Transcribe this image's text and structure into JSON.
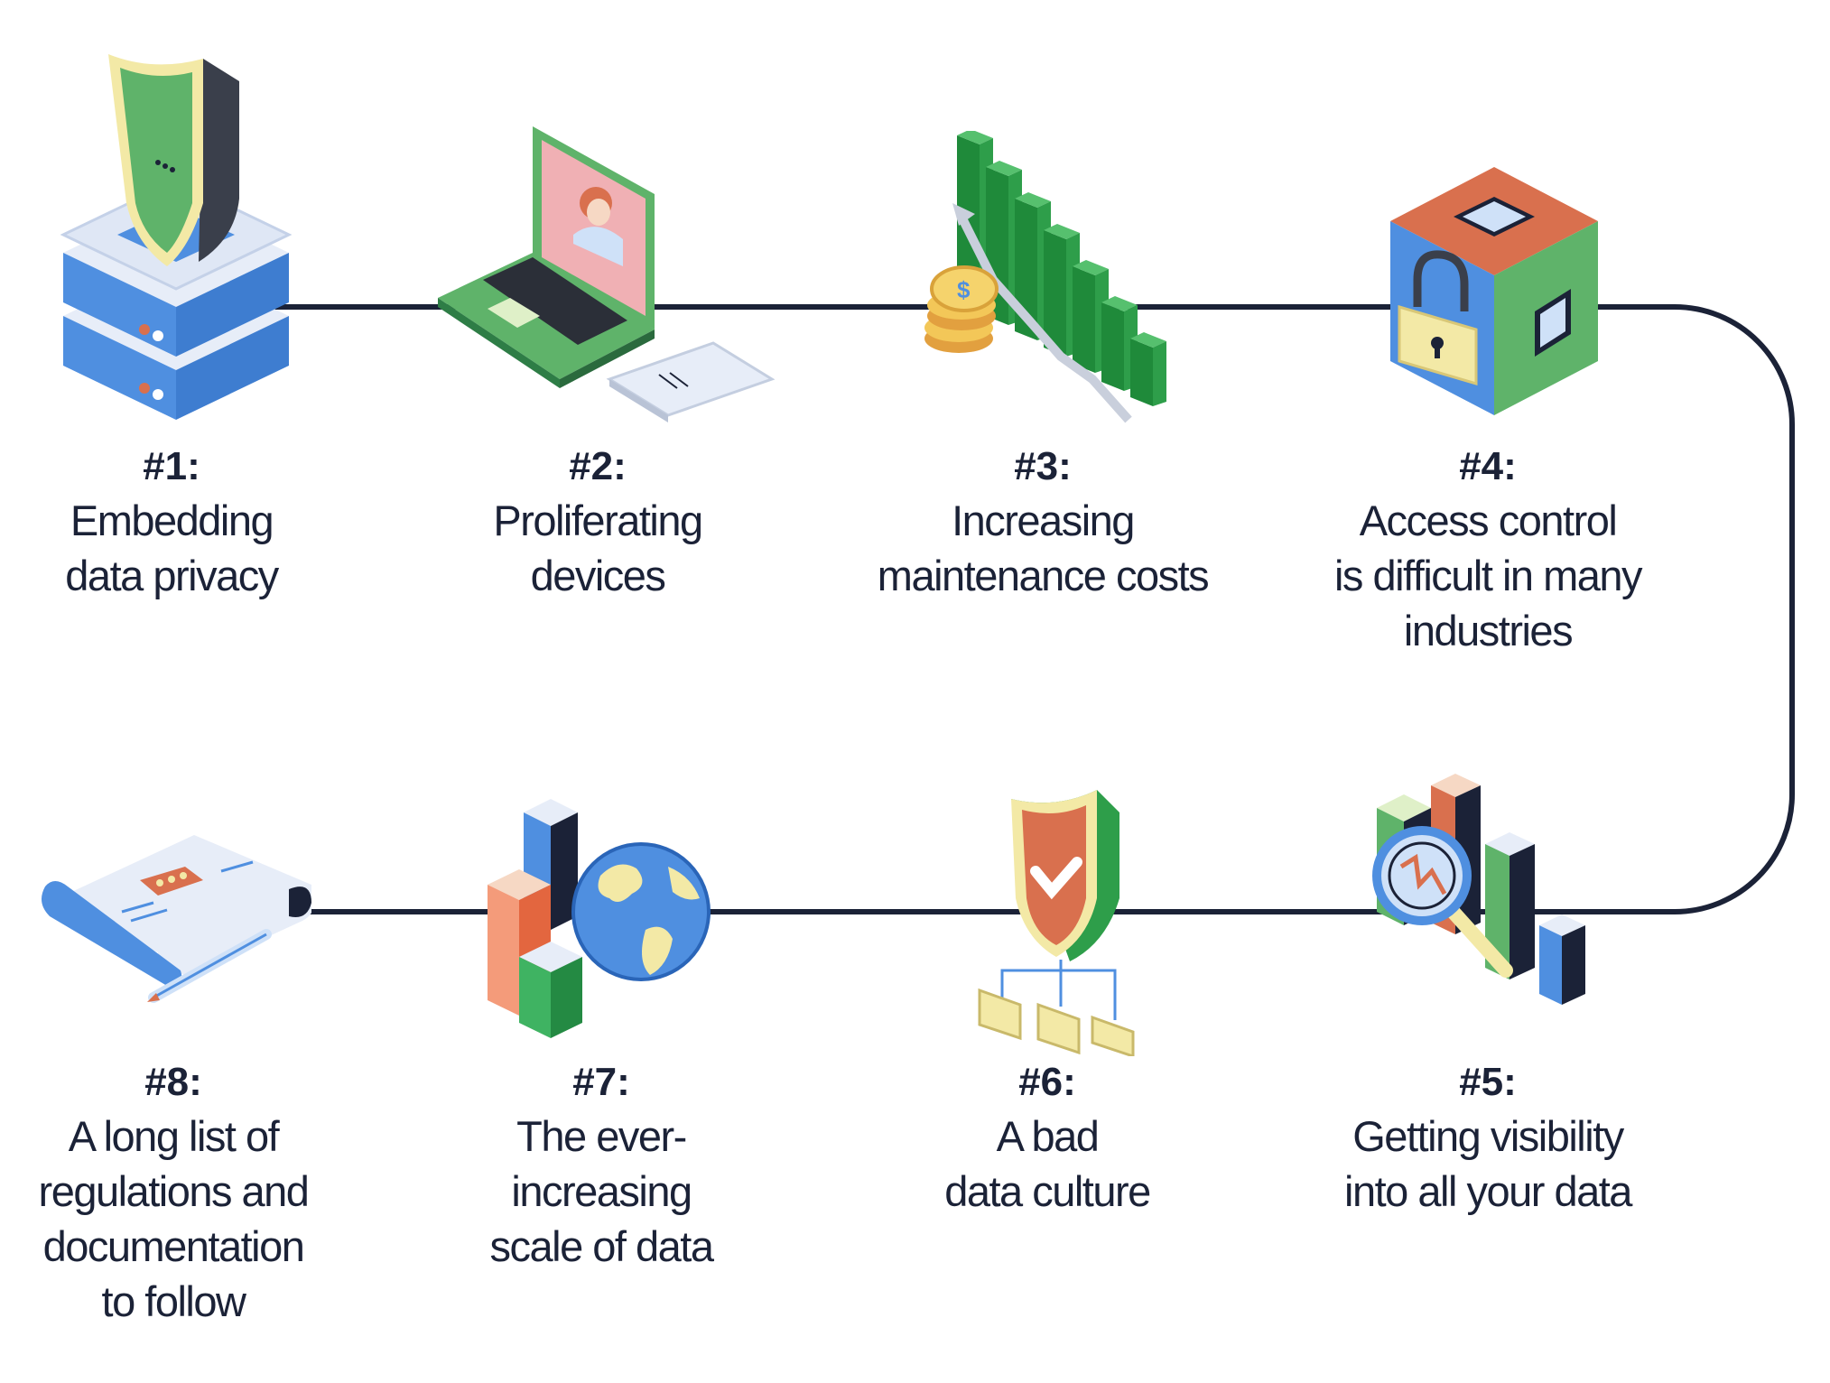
{
  "steps": [
    {
      "number": "#1:",
      "lines": [
        "Embedding",
        "data privacy"
      ],
      "icon": "server-shield-icon"
    },
    {
      "number": "#2:",
      "lines": [
        "Proliferating",
        "devices"
      ],
      "icon": "laptop-phone-icon"
    },
    {
      "number": "#3:",
      "lines": [
        "Increasing",
        "maintenance costs"
      ],
      "icon": "rising-cost-chart-icon"
    },
    {
      "number": "#4:",
      "lines": [
        "Access control",
        "is difficult in many",
        "industries"
      ],
      "icon": "locked-cube-icon"
    },
    {
      "number": "#5:",
      "lines": [
        "Getting visibility",
        "into all your data"
      ],
      "icon": "magnifier-bar-chart-icon"
    },
    {
      "number": "#6:",
      "lines": [
        "A bad",
        "data culture"
      ],
      "icon": "shield-folder-tree-icon"
    },
    {
      "number": "#7:",
      "lines": [
        "The ever-",
        "increasing",
        "scale of data"
      ],
      "icon": "globe-blocks-icon"
    },
    {
      "number": "#8:",
      "lines": [
        "A long list of",
        "regulations and",
        "documentation",
        "to follow"
      ],
      "icon": "scroll-pen-icon"
    }
  ],
  "colors": {
    "line": "#1b2237",
    "text": "#1b2237",
    "green": "#3fa05a",
    "blue": "#4f8fe0",
    "orange": "#d9704e",
    "cream": "#f3e9a6",
    "navy": "#1b2237"
  }
}
